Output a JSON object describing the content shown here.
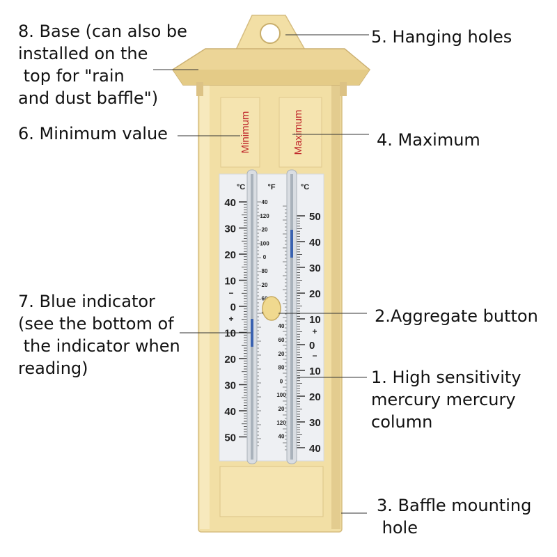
{
  "labels": {
    "base": "8. Base (can also be\ninstalled on the\n top for \"rain\nand dust baffle\")",
    "hanging_holes": "5. Hanging holes",
    "minimum_value": "6. Minimum value",
    "maximum": "4. Maximum",
    "blue_indicator": "7. Blue indicator\n(see the bottom of\n the indicator when\nreading)",
    "aggregate_button": "2.Aggregate button",
    "mercury_column": "1. High sensitivity\nmercury mercury\ncolumn",
    "baffle_mounting_hole": "3. Baffle mounting\n hole"
  },
  "thermometer": {
    "minimum_window": "Minimum",
    "maximum_window": "Maximum",
    "left_unit": "°C",
    "center_unit": "°F",
    "right_unit": "°C",
    "left_scale": [
      "40",
      "30",
      "20",
      "10",
      "0",
      "10",
      "20",
      "30",
      "40",
      "50"
    ],
    "left_signs": [
      "−",
      "+"
    ],
    "right_scale": [
      "50",
      "40",
      "30",
      "20",
      "10",
      "0",
      "10",
      "20",
      "30",
      "40"
    ],
    "right_signs": [
      "+",
      "−"
    ],
    "f_scale": [
      "40",
      "120",
      "20",
      "100",
      "0",
      "80",
      "20",
      "60",
      "40",
      "40",
      "60",
      "20",
      "80",
      "0",
      "100",
      "20",
      "120",
      "40"
    ]
  },
  "colors": {
    "housing": "#f2dfa5",
    "housing_dark": "#d9c184",
    "face": "#eef0f3",
    "window_text": "#c0282c",
    "mercury": "#a9b2bb",
    "indicator": "#3a62b0"
  }
}
